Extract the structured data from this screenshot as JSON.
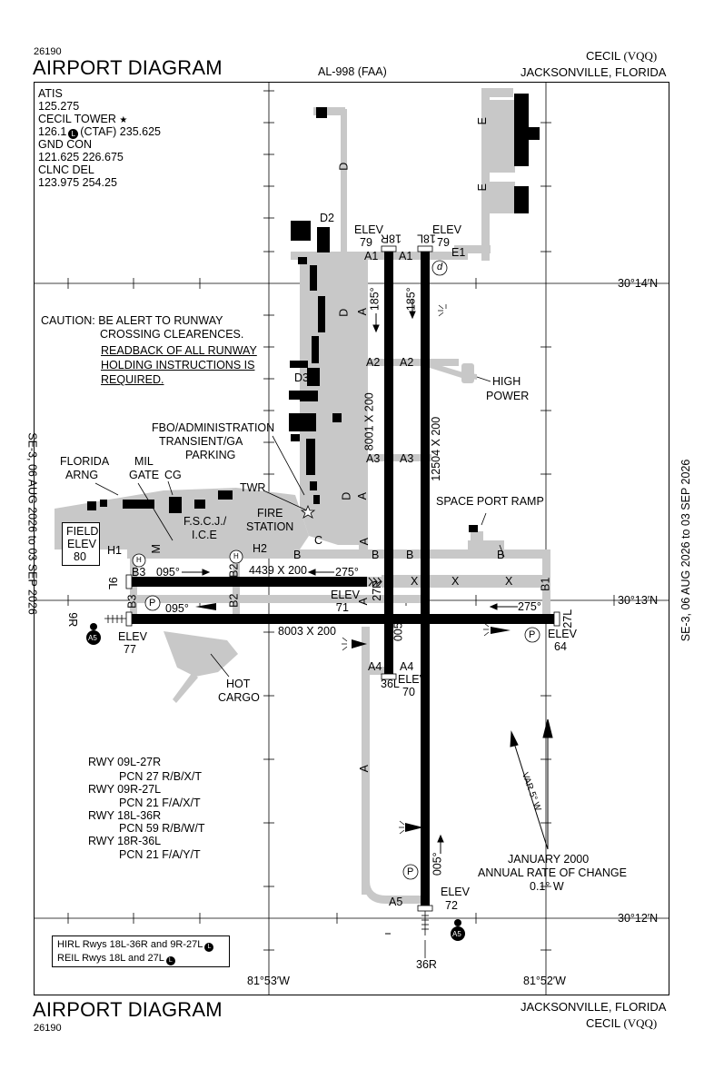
{
  "header": {
    "chart_number": "26190",
    "title": "AIRPORT DIAGRAM",
    "chart_code": "AL-998 (FAA)",
    "airport_name": "CECIL",
    "airport_id": "(VQQ)",
    "location": "JACKSONVILLE, FLORIDA"
  },
  "footer": {
    "title": "AIRPORT DIAGRAM",
    "chart_number": "26190",
    "location": "JACKSONVILLE, FLORIDA",
    "airport_name": "CECIL",
    "airport_id": "(VQQ)"
  },
  "cycle": {
    "left": "SE-3,  06 AUG 2026  to  03 SEP 2026",
    "right": "SE-3,  06 AUG 2026  to  03 SEP 2026"
  },
  "frequencies": [
    "ATIS",
    "125.275",
    "CECIL TOWER",
    "126.1",
    "(CTAF) 235.625",
    "GND CON",
    "121.625  226.675",
    "CLNC DEL",
    "123.975  254.25"
  ],
  "caution": {
    "line1": "CAUTION: BE ALERT TO RUNWAY",
    "line2": "CROSSING CLEARENCES.",
    "line3": "READBACK OF ALL RUNWAY",
    "line4": "HOLDING INSTRUCTIONS IS",
    "line5": "REQUIRED."
  },
  "field_elev": {
    "label1": "FIELD",
    "label2": "ELEV",
    "value": "80"
  },
  "coordinates": {
    "lat_top": "30°14′N",
    "lat_mid": "30°13′N",
    "lat_bottom": "30°12′N",
    "lon_left": "81°53′W",
    "lon_right": "81°52′W"
  },
  "runways": {
    "r18r": "18R",
    "r18l": "18L",
    "r36l": "36L",
    "r36r": "36R",
    "r9l": "9L",
    "r9r": "9R",
    "r27r": "27R",
    "r27l": "27L",
    "dim_18r": "8001 X 200",
    "dim_18l": "12504 X 200",
    "dim_9l": "4439 X 200",
    "dim_9r": "8003 X 200",
    "hdg_185a": "185°",
    "hdg_185b": "185°",
    "hdg_095a": "095°",
    "hdg_095b": "095°",
    "hdg_275a": "275°",
    "hdg_275b": "275°",
    "hdg_005a": "005°",
    "hdg_005b": "005°"
  },
  "elevations": {
    "e79a_l": "ELEV",
    "e79a_v": "79",
    "e79b_l": "ELEV",
    "e79b_v": "79",
    "e71_l": "ELEV",
    "e71_v": "71",
    "e77_l": "ELEV",
    "e77_v": "77",
    "e64_l": "ELEV",
    "e64_v": "64",
    "e70_l": "ELEV",
    "e70_v": "70",
    "e72_l": "ELEV",
    "e72_v": "72"
  },
  "taxiways": {
    "a1a": "A1",
    "a1b": "A1",
    "e1": "E1",
    "a2a": "A2",
    "a2b": "A2",
    "a3a": "A3",
    "a3b": "A3",
    "a4a": "A4",
    "a4b": "A4",
    "a5": "A5",
    "ba": "B",
    "bb": "B",
    "bc": "B",
    "bd": "B",
    "b1": "B1",
    "b2a": "B2",
    "b2b": "B2",
    "b3a": "B3",
    "b3b": "B3",
    "c": "C",
    "d": "D",
    "d_2": "D",
    "d_3": "D",
    "d2": "D2",
    "d3": "D3",
    "e_1": "E",
    "e_2": "E",
    "a_1": "A",
    "a_2": "A",
    "a_3": "A",
    "a_4": "A",
    "a_5": "A",
    "x1": "X",
    "x2": "X",
    "x3": "X",
    "h1": "H1",
    "h2": "H2",
    "m": "M"
  },
  "labels": {
    "high_power1": "HIGH",
    "high_power2": "POWER",
    "fbo1": "FBO/ADMINISTRATION",
    "fbo2": "TRANSIENT/GA",
    "fbo3": "PARKING",
    "florida1": "FLORIDA",
    "florida2": "ARNG",
    "mil1": "MIL",
    "mil2": "GATE",
    "cg": "CG",
    "fscj1": "F.S.C.J./",
    "fscj2": "I.C.E",
    "twr": "TWR",
    "fire1": "FIRE",
    "fire2": "STATION",
    "spaceport": "SPACE PORT RAMP",
    "hot1": "HOT",
    "hot2": "CARGO"
  },
  "pcn": [
    "RWY 09L-27R",
    "PCN 27 R/B/X/T",
    "RWY 09R-27L",
    "PCN 21 F/A/X/T",
    "RWY 18L-36R",
    "PCN 59 R/B/W/T",
    "RWY 18R-36L",
    "PCN 21 F/A/Y/T"
  ],
  "magvar": {
    "var": "VAR 5° W",
    "line1": "JANUARY 2000",
    "line2": "ANNUAL RATE OF CHANGE",
    "line3": "0.1° W"
  },
  "lighting": {
    "line1": "HIRL Rwys 18L-36R and 9R-27L",
    "line2": "REIL Rwys 18L and 27L"
  },
  "symbols": {
    "a5": "A5",
    "p": "P",
    "d_circle": "d",
    "h": "H",
    "l": "L"
  }
}
